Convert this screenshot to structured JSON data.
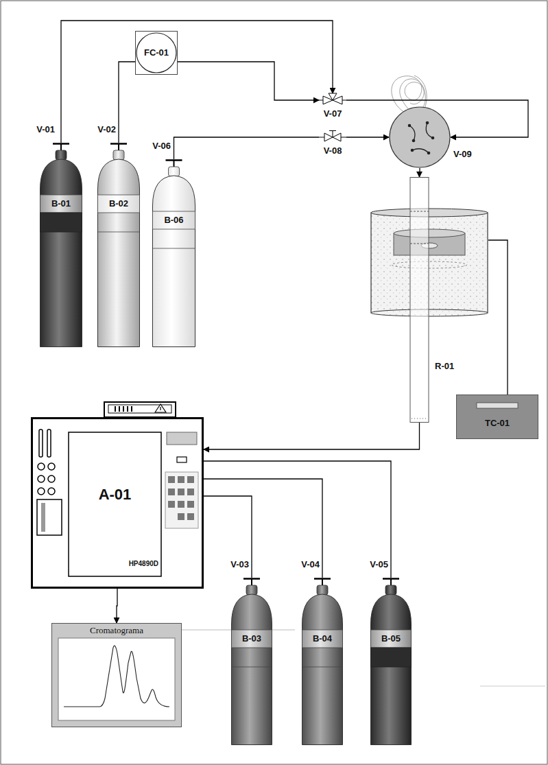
{
  "diagram": {
    "nodes": [
      {
        "text": [
          "FC-01"
        ]
      },
      {
        "text": [
          "B-01"
        ]
      },
      {
        "text": [
          "B-02"
        ]
      },
      {
        "text": [
          "B-06"
        ]
      },
      {
        "text": [
          "V-07"
        ]
      },
      {
        "text": [
          "V-08"
        ]
      },
      {
        "text": [
          "V-09"
        ]
      },
      {
        "text": [
          "R-01"
        ]
      },
      {
        "text": [
          "TC-01"
        ]
      },
      {
        "text": [
          "A-01",
          "HP4890D"
        ]
      },
      {
        "text": [
          "Cromatograma"
        ]
      },
      {
        "text": [
          "B-03"
        ]
      },
      {
        "text": [
          "B-04"
        ]
      },
      {
        "text": [
          "B-05"
        ]
      }
    ],
    "edges": [
      {
        "from": 1,
        "to": 4,
        "arrow": "to"
      },
      {
        "from": 2,
        "to": 0,
        "arrow": "none"
      },
      {
        "from": 0,
        "to": 4,
        "arrow": "to"
      },
      {
        "from": 3,
        "to": 5,
        "arrow": "none"
      },
      {
        "from": 5,
        "to": 6,
        "arrow": "to"
      },
      {
        "from": 4,
        "to": 6,
        "arrow": "to"
      },
      {
        "from": 6,
        "to": 7,
        "arrow": "to"
      },
      {
        "from": 7,
        "to": 8,
        "arrow": "none"
      },
      {
        "from": 7,
        "to": 9,
        "arrow": "to"
      },
      {
        "from": 9,
        "to": 10,
        "arrow": "to"
      },
      {
        "from": 11,
        "to": 9,
        "arrow": "none"
      },
      {
        "from": 12,
        "to": 9,
        "arrow": "none"
      },
      {
        "from": 13,
        "to": 9,
        "arrow": "none"
      }
    ],
    "labels": [
      "V-01",
      "V-02",
      "V-06",
      "V-03",
      "V-04",
      "V-05"
    ]
  }
}
